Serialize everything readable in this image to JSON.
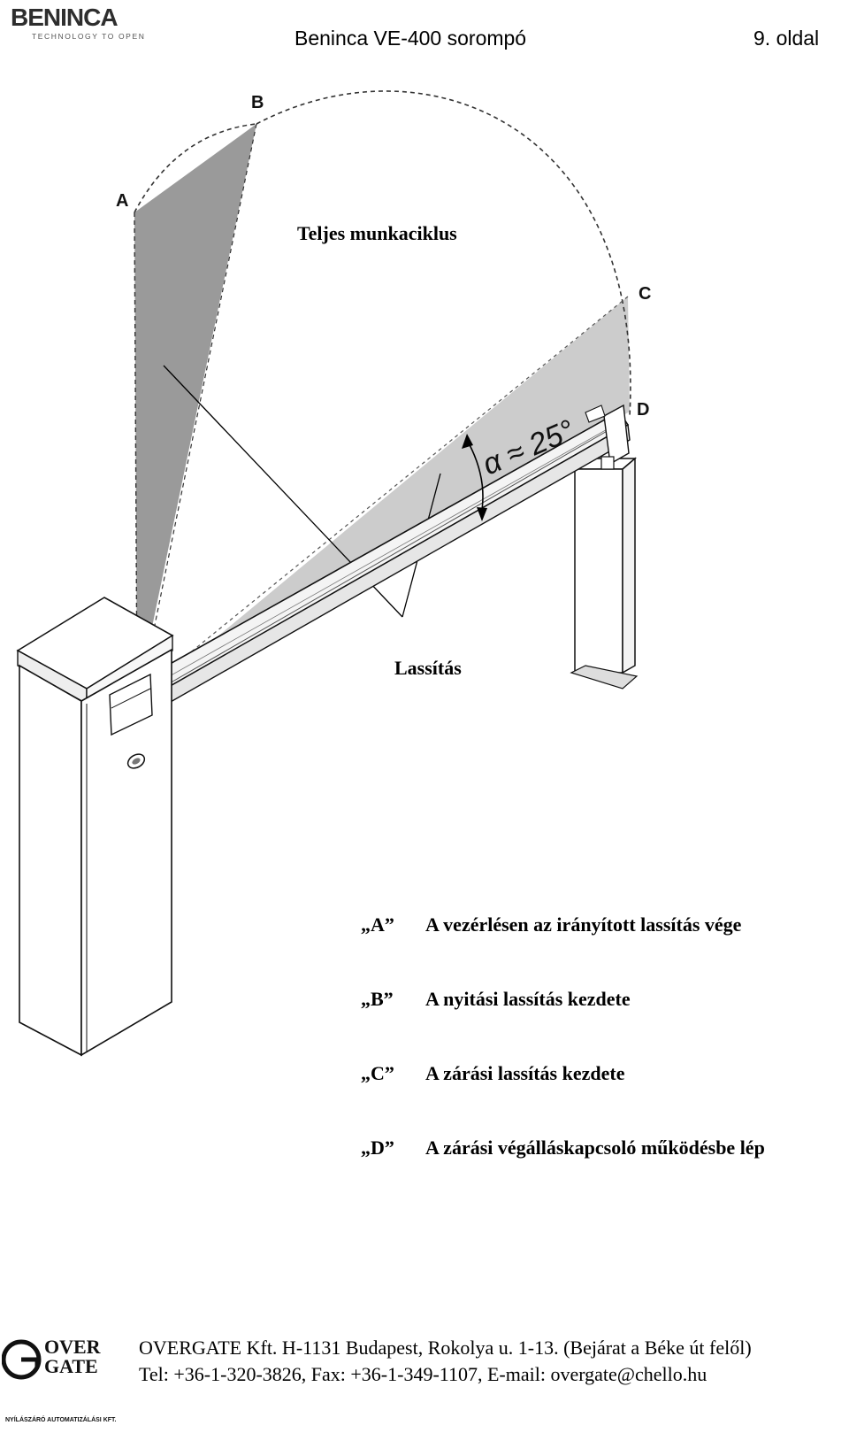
{
  "header": {
    "logo_text": "BENINCA",
    "logo_tagline": "TECHNOLOGY TO OPEN",
    "title": "Beninca VE-400 sorompó",
    "page": "9. oldal"
  },
  "diagram": {
    "point_a": "A",
    "point_b": "B",
    "point_c": "C",
    "point_d": "D",
    "cycle_label": "Teljes munkaciklus",
    "slowdown_label": "Lassítás",
    "angle_label": "α ≈ 25°"
  },
  "legend": [
    {
      "key": "„A”",
      "text": "A vezérlésen az irányított lassítás vége"
    },
    {
      "key": "„B”",
      "text": "A nyitási lassítás kezdete"
    },
    {
      "key": "„C”",
      "text": "A zárási lassítás kezdete"
    },
    {
      "key": "„D”",
      "text": "A zárási végálláskapcsoló működésbe lép"
    }
  ],
  "footer": {
    "logo_over": "OVER",
    "logo_gate": "GATE",
    "logo_sub": "NYÍLÁSZÁRÓ AUTOMATIZÁLÁSI KFT.",
    "line1": "OVERGATE Kft. H-1131 Budapest, Rokolya u. 1-13. (Bejárat a Béke út felől)",
    "line2": "Tel: +36-1-320-3826, Fax: +36-1-349-1107, E-mail: overgate@chello.hu"
  }
}
